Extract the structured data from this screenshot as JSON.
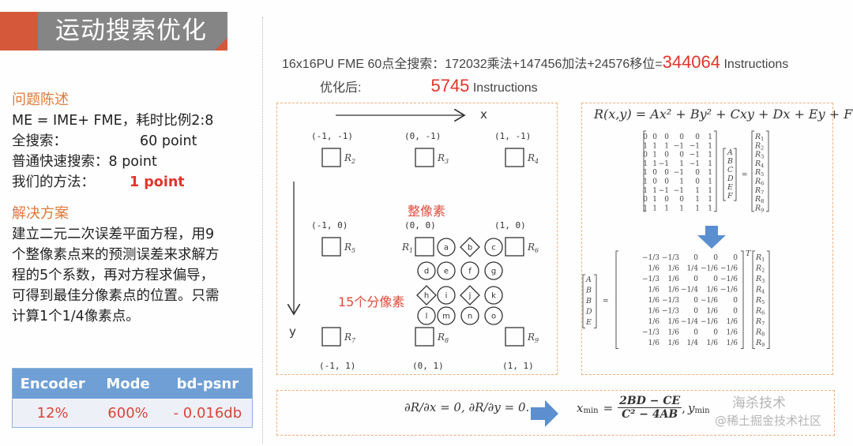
{
  "title": "运动搜索优化",
  "problem": {
    "heading": "问题陈述",
    "line1": "ME = IME+ FME，耗时比例2:8",
    "full_search_label": "全搜索：",
    "full_search_value": "60 point",
    "fast_search_label": "普通快速搜索：",
    "fast_search_value": "8 point",
    "our_method_label": "我们的方法：",
    "our_method_value": "1 point"
  },
  "solution": {
    "heading": "解决方案",
    "lines": [
      "建立二元二次误差平面方程，用9",
      "个整像素点来的预测误差来求解方",
      "程的5个系数，再对方程求偏导，",
      "可得到最佳分像素点的位置。只需",
      "计算1个1/4像素点。"
    ]
  },
  "results_table": {
    "headers": [
      "Encoder",
      "Mode",
      "bd-psnr"
    ],
    "values": [
      "12%",
      "600%",
      "- 0.016db"
    ]
  },
  "info": {
    "full_search_prefix": "16x16PU FME 60点全搜索：172032乘法+147456加法+24576移位=",
    "full_search_total": "344064",
    "unit": "Instructions",
    "optimized_label": "优化后:",
    "optimized_total": "5745"
  },
  "diagram": {
    "x_axis": "x",
    "y_axis": "y",
    "integer_pixel_label": "整像素",
    "subpixel_label": "15个分像素",
    "integer_points": [
      {
        "coord": "(-1, -1)",
        "label": "R",
        "index": "2"
      },
      {
        "coord": "(0, -1)",
        "label": "R",
        "index": "3"
      },
      {
        "coord": "(1, -1)",
        "label": "R",
        "index": "4"
      },
      {
        "coord": "(-1, 0)",
        "label": "R",
        "index": "5"
      },
      {
        "coord": "(0, 0)",
        "label": "R",
        "index": "1"
      },
      {
        "coord": "(1, 0)",
        "label": "R",
        "index": "6"
      },
      {
        "coord": "(-1, 1)",
        "label": "R",
        "index": "7"
      },
      {
        "coord": "(0, 1)",
        "label": "R",
        "index": "8"
      },
      {
        "coord": "(1, 1)",
        "label": "R",
        "index": "9"
      }
    ],
    "subpixels": [
      {
        "letter": "a",
        "shape": "circle"
      },
      {
        "letter": "b",
        "shape": "diamond"
      },
      {
        "letter": "c",
        "shape": "circle"
      },
      {
        "letter": "d",
        "shape": "circle"
      },
      {
        "letter": "e",
        "shape": "circle"
      },
      {
        "letter": "f",
        "shape": "circle"
      },
      {
        "letter": "g",
        "shape": "circle"
      },
      {
        "letter": "h",
        "shape": "diamond"
      },
      {
        "letter": "i",
        "shape": "circle"
      },
      {
        "letter": "j",
        "shape": "diamond"
      },
      {
        "letter": "k",
        "shape": "circle"
      },
      {
        "letter": "l",
        "shape": "circle"
      },
      {
        "letter": "m",
        "shape": "circle"
      },
      {
        "letter": "n",
        "shape": "circle"
      },
      {
        "letter": "o",
        "shape": "circle"
      }
    ]
  },
  "equations": {
    "surface": "R(x,y) = Ax² + By² + Cxy + Dx + Ey + F",
    "system_matrix": [
      [
        "0",
        "0",
        "0",
        "0",
        "0",
        "1"
      ],
      [
        "1",
        "1",
        "1",
        "−1",
        "−1",
        "1"
      ],
      [
        "0",
        "1",
        "0",
        "0",
        "−1",
        "1"
      ],
      [
        "1",
        "1",
        "−1",
        "1",
        "−1",
        "1"
      ],
      [
        "1",
        "0",
        "0",
        "−1",
        "0",
        "1"
      ],
      [
        "1",
        "0",
        "0",
        "1",
        "0",
        "1"
      ],
      [
        "1",
        "1",
        "−1",
        "−1",
        "1",
        "1"
      ],
      [
        "0",
        "1",
        "0",
        "0",
        "1",
        "1"
      ],
      [
        "1",
        "1",
        "1",
        "1",
        "1",
        "1"
      ]
    ],
    "unknowns": [
      "A",
      "B",
      "C",
      "D",
      "E",
      "F"
    ],
    "rhs": [
      "R1",
      "R2",
      "R3",
      "R4",
      "R5",
      "R6",
      "R7",
      "R8",
      "R9"
    ],
    "solution_lhs": [
      "A",
      "B",
      "B",
      "D",
      "E"
    ],
    "inverse_matrix": [
      [
        "−1/3",
        "−1/3",
        "0",
        "0",
        "0"
      ],
      [
        "1/6",
        "1/6",
        "1/4",
        "−1/6",
        "−1/6"
      ],
      [
        "−1/3",
        "1/6",
        "0",
        "0",
        "−1/6"
      ],
      [
        "1/6",
        "1/6",
        "−1/4",
        "1/6",
        "−1/6"
      ],
      [
        "1/6",
        "−1/3",
        "0",
        "−1/6",
        "0"
      ],
      [
        "1/6",
        "−1/3",
        "0",
        "1/6",
        "0"
      ],
      [
        "1/6",
        "1/6",
        "−1/4",
        "−1/6",
        "1/6"
      ],
      [
        "−1/3",
        "1/6",
        "0",
        "0",
        "1/6"
      ],
      [
        "1/6",
        "1/6",
        "1/4",
        "1/6",
        "1/6"
      ]
    ],
    "transpose": "T",
    "partial_left": "∂R/∂x = 0, ∂R/∂y = 0.",
    "xmin_label": "x",
    "xmin_sub": "min",
    "xmin_num": "2BD − CE",
    "xmin_den": "C² − 4AB",
    "ymin_label": "y",
    "ymin_sub": "min"
  },
  "watermark": {
    "line1": "海杀技术",
    "line2": "@稀土掘金技术社区"
  },
  "colors": {
    "accent": "#d5583a",
    "title_gray": "#858585",
    "heading_orange": "#e07a3a",
    "highlight_red": "#e0352a",
    "table_header": "#6f9fd4",
    "arrow_blue": "#5b8fd0",
    "dashed_border": "#f0b07c"
  }
}
